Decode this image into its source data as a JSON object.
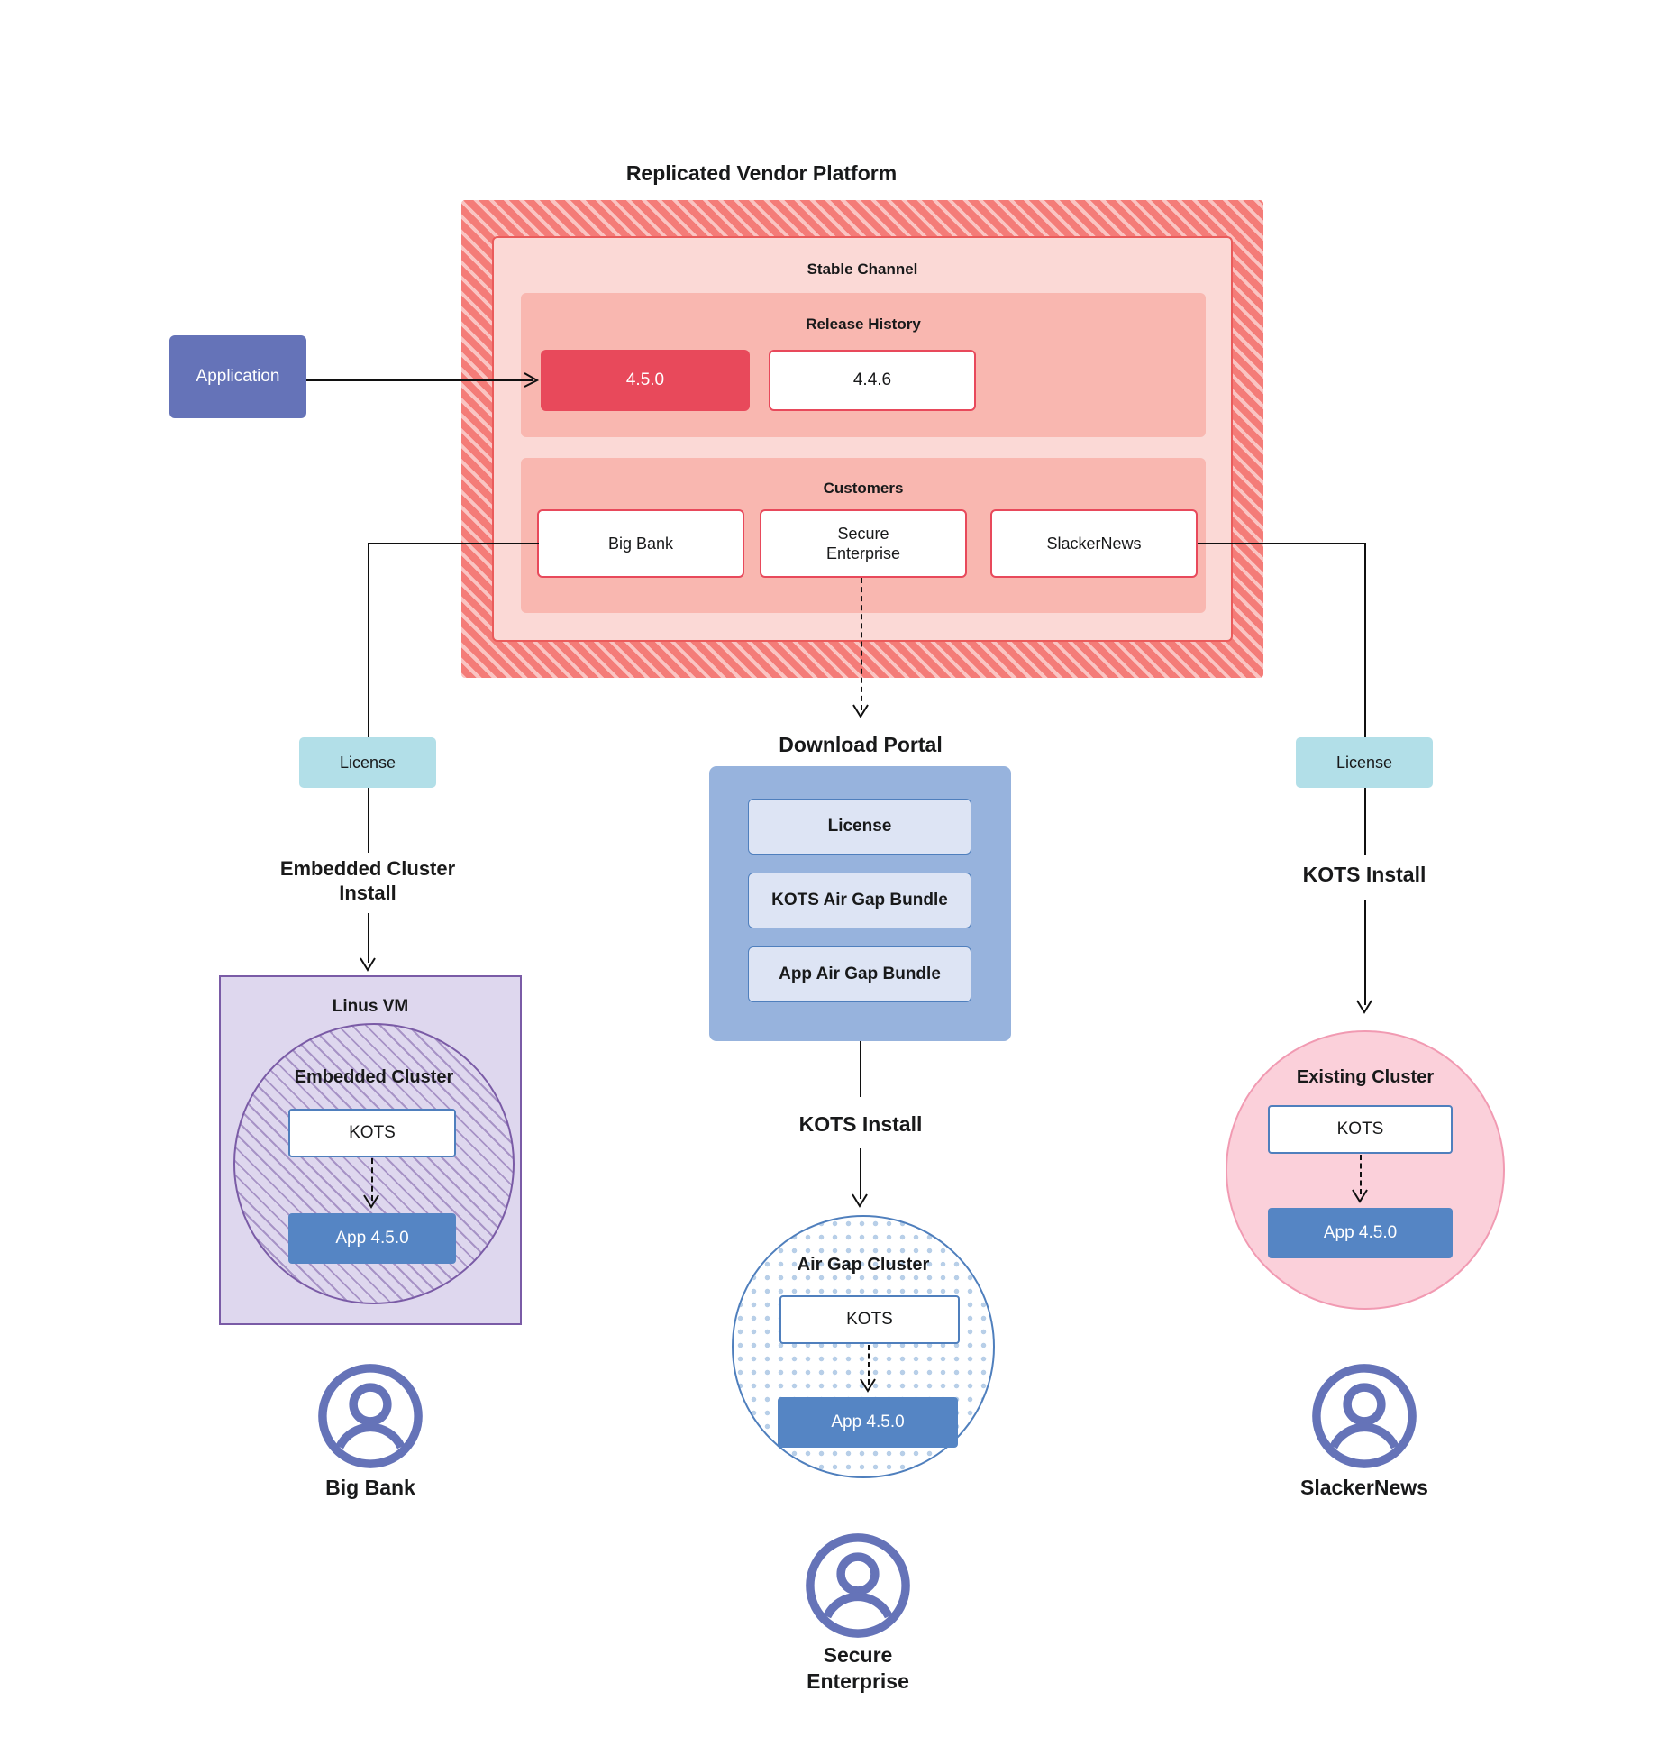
{
  "diagram": {
    "title": "Replicated Vendor Platform",
    "application": {
      "label": "Application"
    },
    "platform": {
      "channel_title": "Stable Channel",
      "release_history": {
        "title": "Release History",
        "releases": [
          {
            "version": "4.5.0",
            "current": true
          },
          {
            "version": "4.4.6",
            "current": false
          }
        ]
      },
      "customers": {
        "title": "Customers",
        "items": [
          {
            "name": "Big Bank"
          },
          {
            "name": "Secure\nEnterprise"
          },
          {
            "name": "SlackerNews"
          }
        ]
      }
    },
    "left_branch": {
      "license_label": "License",
      "install_label": "Embedded Cluster\nInstall",
      "vm_title": "Linus VM",
      "cluster_title": "Embedded Cluster",
      "kots_label": "KOTS",
      "app_label": "App 4.5.0",
      "customer_label": "Big Bank"
    },
    "center_branch": {
      "portal_title": "Download  Portal",
      "portal_items": [
        {
          "label": "License"
        },
        {
          "label": "KOTS Air Gap Bundle"
        },
        {
          "label": "App Air Gap Bundle"
        }
      ],
      "install_label": "KOTS Install",
      "cluster_title": "Air Gap Cluster",
      "kots_label": "KOTS",
      "app_label": "App 4.5.0",
      "customer_label": "Secure\nEnterprise"
    },
    "right_branch": {
      "license_label": "License",
      "install_label": "KOTS Install",
      "cluster_title": "Existing Cluster",
      "kots_label": "KOTS",
      "app_label": "App 4.5.0",
      "customer_label": "SlackerNews"
    },
    "colors": {
      "platform_hatch": "#f47c78",
      "channel_panel": "#fbd9d6",
      "sub_panel": "#f9b7b0",
      "release_current": "#e8495b",
      "application": "#6573b8",
      "license": "#b2dfe8",
      "portal": "#97b3dd",
      "portal_item": "#dde4f4",
      "vm": "#ded7ee",
      "embedded_stroke": "#7a5ba6",
      "airgap_stroke": "#4f7fbd",
      "existing_fill": "#fbd0da",
      "app_version": "#5585c4",
      "avatar": "#6573b8"
    }
  }
}
